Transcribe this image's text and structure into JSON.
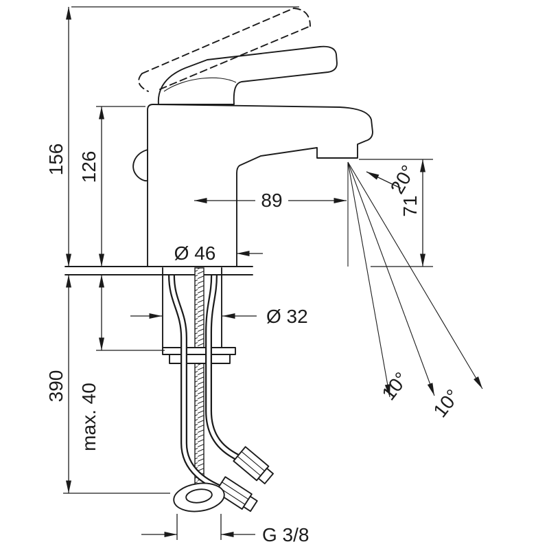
{
  "diagram": {
    "background": "#ffffff",
    "line_color": "#1b1b1b",
    "labels": {
      "total_height": "156",
      "body_height": "126",
      "spout_reach": "89",
      "outlet_height": "71",
      "outlet_angle": "20°",
      "base_diameter": "Ø 46",
      "shank_diameter": "Ø 32",
      "below_deck_length": "390",
      "deck_thickness_max": "max. 40",
      "stream_angle_inner": "10°",
      "stream_angle_outer": "10°",
      "connection_thread": "G 3/8"
    }
  }
}
